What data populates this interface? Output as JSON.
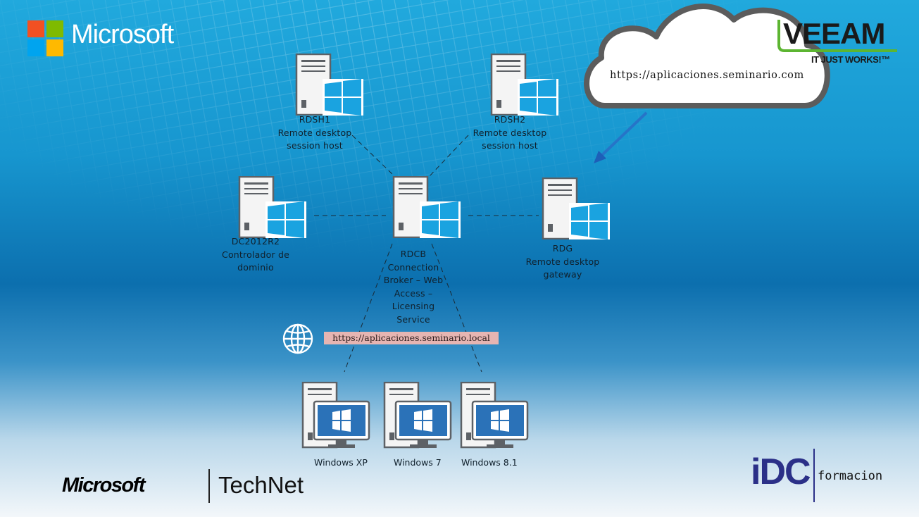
{
  "brand": {
    "microsoft": "Microsoft",
    "microsoft_tiles": [
      "#f25022",
      "#7fba00",
      "#00a4ef",
      "#ffb900"
    ],
    "technet_microsoft": "Microsoft",
    "technet_product": "TechNet",
    "veeam_tagline": "IT JUST WORKS!™",
    "veeam_logo": "veeam-logo",
    "idc_name": "iDC",
    "idc_sub": "formacion"
  },
  "cloud": {
    "url": "https://aplicaciones.seminario.com"
  },
  "servers": {
    "rdsh1": {
      "lines": [
        "RDSH1",
        "Remote desktop",
        "session host"
      ]
    },
    "rdsh2": {
      "lines": [
        "RDSH2",
        "Remote desktop",
        "session host"
      ]
    },
    "dc": {
      "lines": [
        "DC2012R2",
        "Controlador de",
        "dominio"
      ]
    },
    "rdcb": {
      "lines": [
        "RDCB",
        "Connection",
        "Broker – Web",
        "Access –",
        "Licensing",
        "Service"
      ]
    },
    "rdg": {
      "lines": [
        "RDG",
        "Remote desktop",
        "gateway"
      ]
    }
  },
  "clients": [
    {
      "label": "Windows XP"
    },
    {
      "label": "Windows 7"
    },
    {
      "label": "Windows 8.1"
    }
  ],
  "local_url": "https://aplicaciones.seminario.local",
  "icons": {
    "server": "windows-server-icon",
    "client": "windows-workstation-icon",
    "globe": "globe-icon",
    "cloud": "cloud-icon"
  },
  "colors": {
    "background_top": "#1aa2d8",
    "background_mid": "#0b6aa8",
    "background_bottom": "#f2f6f9",
    "windows_blue": "#1aa3e0",
    "idc_blue": "#2b3088",
    "veeam_green": "#5cb531",
    "url_box": "#e6b5b2"
  }
}
